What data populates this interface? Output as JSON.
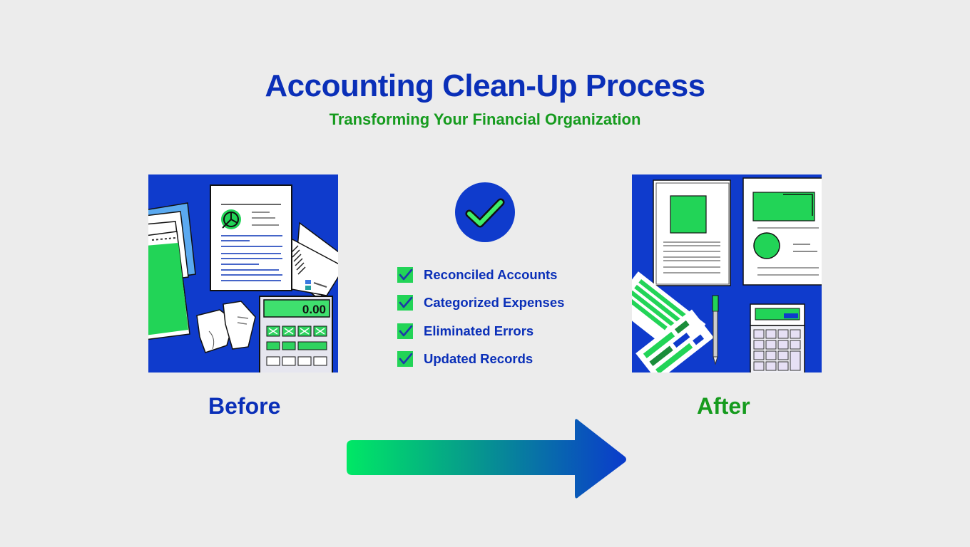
{
  "header": {
    "title": "Accounting Clean-Up Process",
    "subtitle": "Transforming Your Financial Organization"
  },
  "before_panel": {
    "label": "Before",
    "calculator_display": "0.00",
    "icon": "messy-desk-illustration"
  },
  "after_panel": {
    "label": "After",
    "icon": "organized-desk-illustration"
  },
  "center": {
    "badge_icon": "checkmark-circle-icon",
    "checklist": [
      {
        "label": "Reconciled Accounts",
        "icon": "checkbox-checked-icon"
      },
      {
        "label": "Categorized Expenses",
        "icon": "checkbox-checked-icon"
      },
      {
        "label": "Eliminated Errors",
        "icon": "checkbox-checked-icon"
      },
      {
        "label": "Updated Records",
        "icon": "checkbox-checked-icon"
      }
    ]
  },
  "transition_arrow": {
    "icon": "right-arrow-icon",
    "gradient_start": "#00e865",
    "gradient_end": "#0a3bcc"
  },
  "colors": {
    "primary_blue": "#0a2fb8",
    "accent_green": "#169b1e",
    "bright_green": "#22d457",
    "background": "#ececec"
  }
}
